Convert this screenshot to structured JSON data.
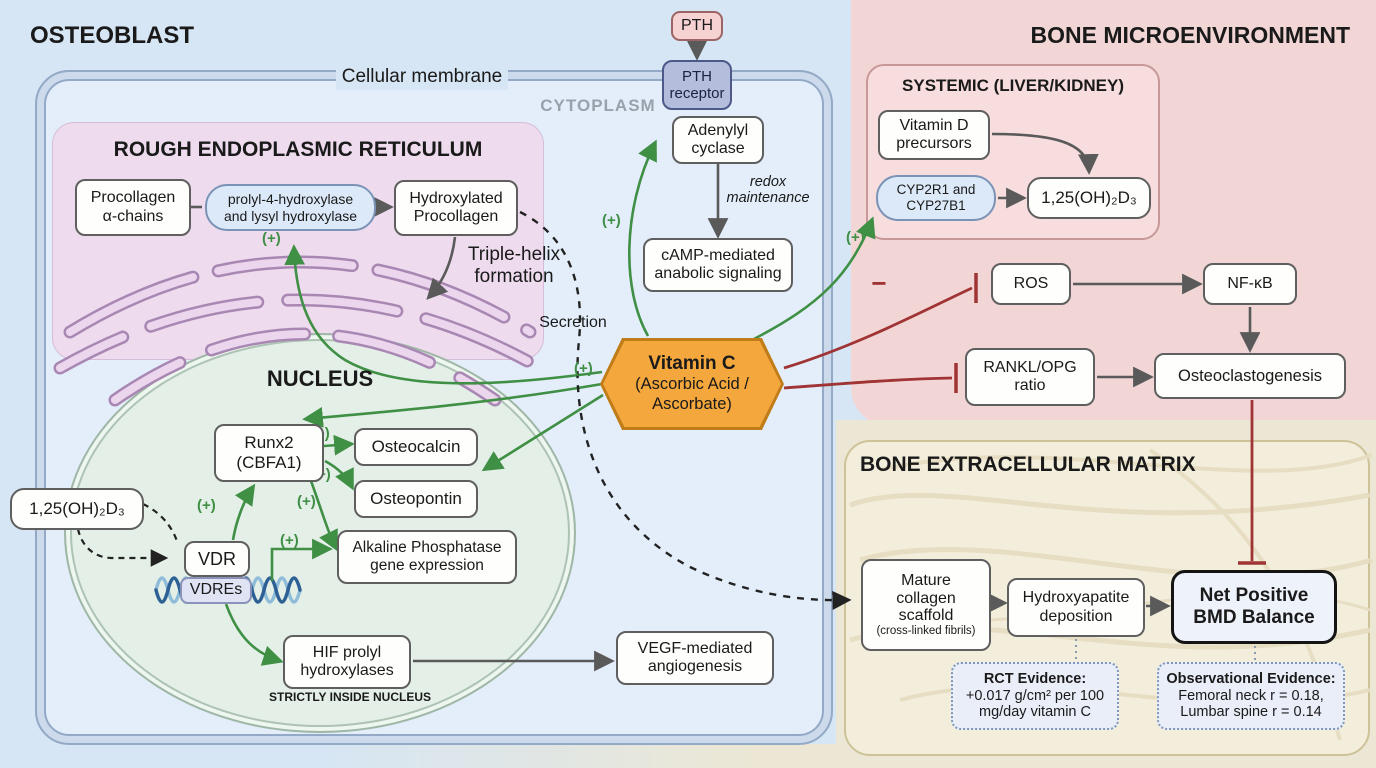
{
  "titles": {
    "osteoblast": "OSTEOBLAST",
    "bone_microenvironment": "BONE MICROENVIRONMENT",
    "er": "ROUGH ENDOPLASMIC RETICULUM",
    "nucleus": "NUCLEUS",
    "systemic": "SYSTEMIC (LIVER/KIDNEY)",
    "bone_matrix": "BONE EXTRACELLULAR MATRIX"
  },
  "labels": {
    "cellular_membrane": "Cellular membrane",
    "cytoplasm": "CYTOPLASM",
    "secretion": "Secretion",
    "triple_helix": "Triple-helix\nformation",
    "redox": "redox\nmaintenance",
    "strictly_nucleus": "STRICTLY INSIDE NUCLEUS",
    "plus": "(+)",
    "minus": "−"
  },
  "nodes": {
    "pth": "PTH",
    "pth_receptor": "PTH\nreceptor",
    "adenylyl": "Adenylyl\ncyclase",
    "camp": "cAMP-mediated\nanabolic signaling",
    "procollagen": "Procollagen\nα-chains",
    "hydroxylases": "prolyl-4-hydroxylase\nand lysyl hydroxylase",
    "hydroxylated": "Hydroxylated\nProcollagen",
    "runx2": "Runx2\n(CBFA1)",
    "osteocalcin": "Osteocalcin",
    "osteopontin": "Osteopontin",
    "alk_phos": "Alkaline Phosphatase\ngene expression",
    "vdr": "VDR",
    "vdres": "VDREs",
    "d3_left": "1,25(OH)₂D₃",
    "hif": "HIF prolyl\nhydroxylases",
    "vegf": "VEGF-mediated\nangiogenesis",
    "vitc_title": "Vitamin C",
    "vitc_sub": "(Ascorbic Acid /\nAscorbate)",
    "vitd_precursors": "Vitamin D\nprecursors",
    "cyp": "CYP2R1 and\nCYP27B1",
    "d3_right": "1,25(OH)₂D₃",
    "ros": "ROS",
    "nfkb": "NF-κB",
    "rankl": "RANKL/OPG\nratio",
    "osteoclastogenesis": "Osteoclastogenesis",
    "mature_collagen": "Mature\ncollagen\nscaffold",
    "mature_collagen_sub": "(cross-linked fibrils)",
    "hydroxyapatite": "Hydroxyapatite\ndeposition",
    "net_positive": "Net Positive\nBMD Balance",
    "rct_title": "RCT Evidence:",
    "rct_body": "+0.017 g/cm² per 100\nmg/day vitamin C",
    "obs_title": "Observational Evidence:",
    "obs_body": "Femoral neck r = 0.18,\nLumbar spine r = 0.14"
  },
  "colors": {
    "green": "#3f8f45",
    "red": "#a03434",
    "gray": "#5a5a5a",
    "orange": "#f4a73c",
    "pink_panel": "#f2d6d6",
    "cream_panel": "#f2eedb"
  }
}
